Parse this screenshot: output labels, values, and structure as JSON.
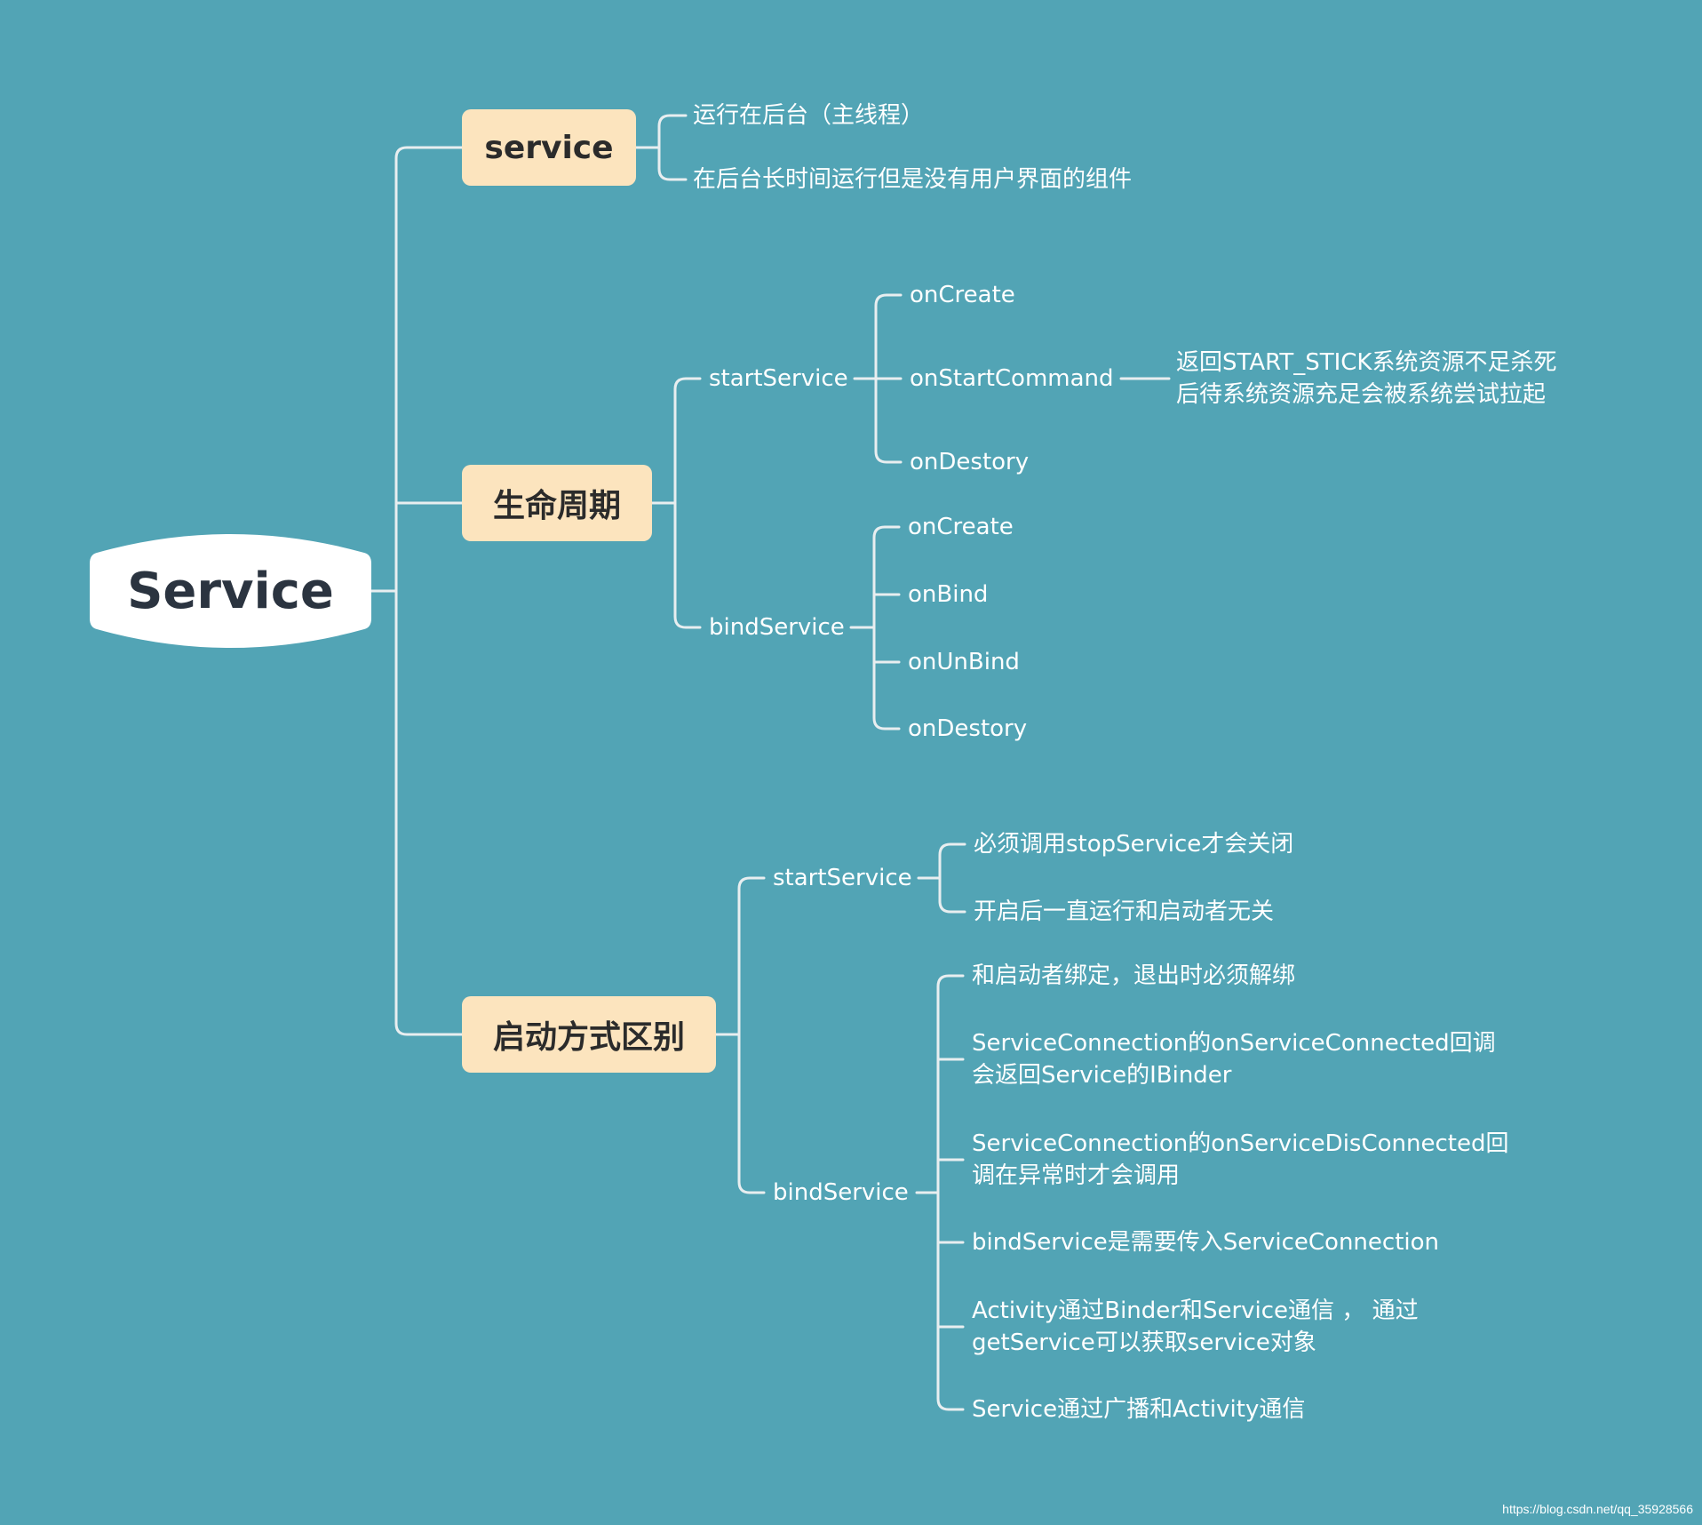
{
  "root": "Service",
  "service": {
    "title": "service",
    "items": [
      "运行在后台（主线程）",
      "在后台长时间运行但是没有用户界面的组件"
    ]
  },
  "lifecycle": {
    "title": "生命周期",
    "start": {
      "label": "startService",
      "items": [
        "onCreate",
        "onStartCommand",
        "onDestory"
      ],
      "note": [
        "返回START_STICK系统资源不足杀死",
        "后待系统资源充足会被系统尝试拉起"
      ]
    },
    "bind": {
      "label": "bindService",
      "items": [
        "onCreate",
        "onBind",
        "onUnBind",
        "onDestory"
      ]
    }
  },
  "launch": {
    "title": "启动方式区别",
    "start": {
      "label": "startService",
      "items": [
        "必须调用stopService才会关闭",
        "开启后一直运行和启动者无关"
      ]
    },
    "bind": {
      "label": "bindService",
      "items": [
        [
          "和启动者绑定，退出时必须解绑"
        ],
        [
          "ServiceConnection的onServiceConnected回调",
          "会返回Service的IBinder"
        ],
        [
          "ServiceConnection的onServiceDisConnected回",
          "调在异常时才会调用"
        ],
        [
          "bindService是需要传入ServiceConnection"
        ],
        [
          "Activity通过Binder和Service通信 ， 通过",
          "getService可以获取service对象"
        ],
        [
          "Service通过广播和Activity通信"
        ]
      ]
    }
  },
  "credit": "https://blog.csdn.net/qq_35928566"
}
